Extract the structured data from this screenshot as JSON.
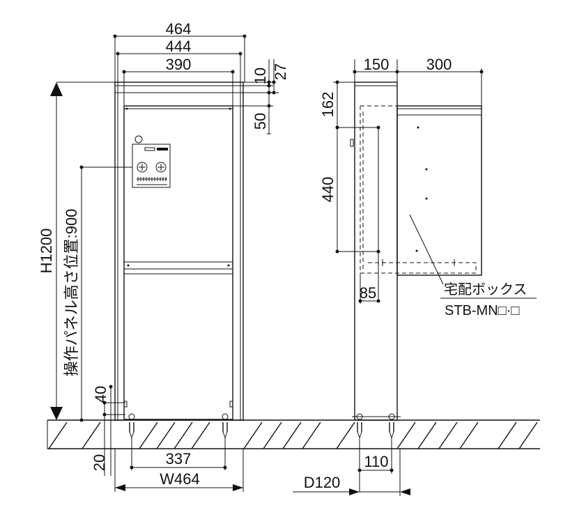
{
  "front": {
    "width_464_top": "464",
    "width_444": "444",
    "width_390": "390",
    "dim_10": "10",
    "dim_27": "27",
    "dim_50": "50",
    "height_total": "H1200",
    "panel_height": "操作パネル高さ位置:900",
    "dim_40": "40",
    "dim_20": "20",
    "anchor_spacing": "337",
    "width_bottom": "W464"
  },
  "side": {
    "depth_150": "150",
    "depth_300": "300",
    "dim_162": "162",
    "dim_440": "440",
    "dim_85": "85",
    "dim_110": "110",
    "depth_bottom": "D120",
    "label_name": "宅配ボックス",
    "label_model": "STB-MN□·□"
  }
}
